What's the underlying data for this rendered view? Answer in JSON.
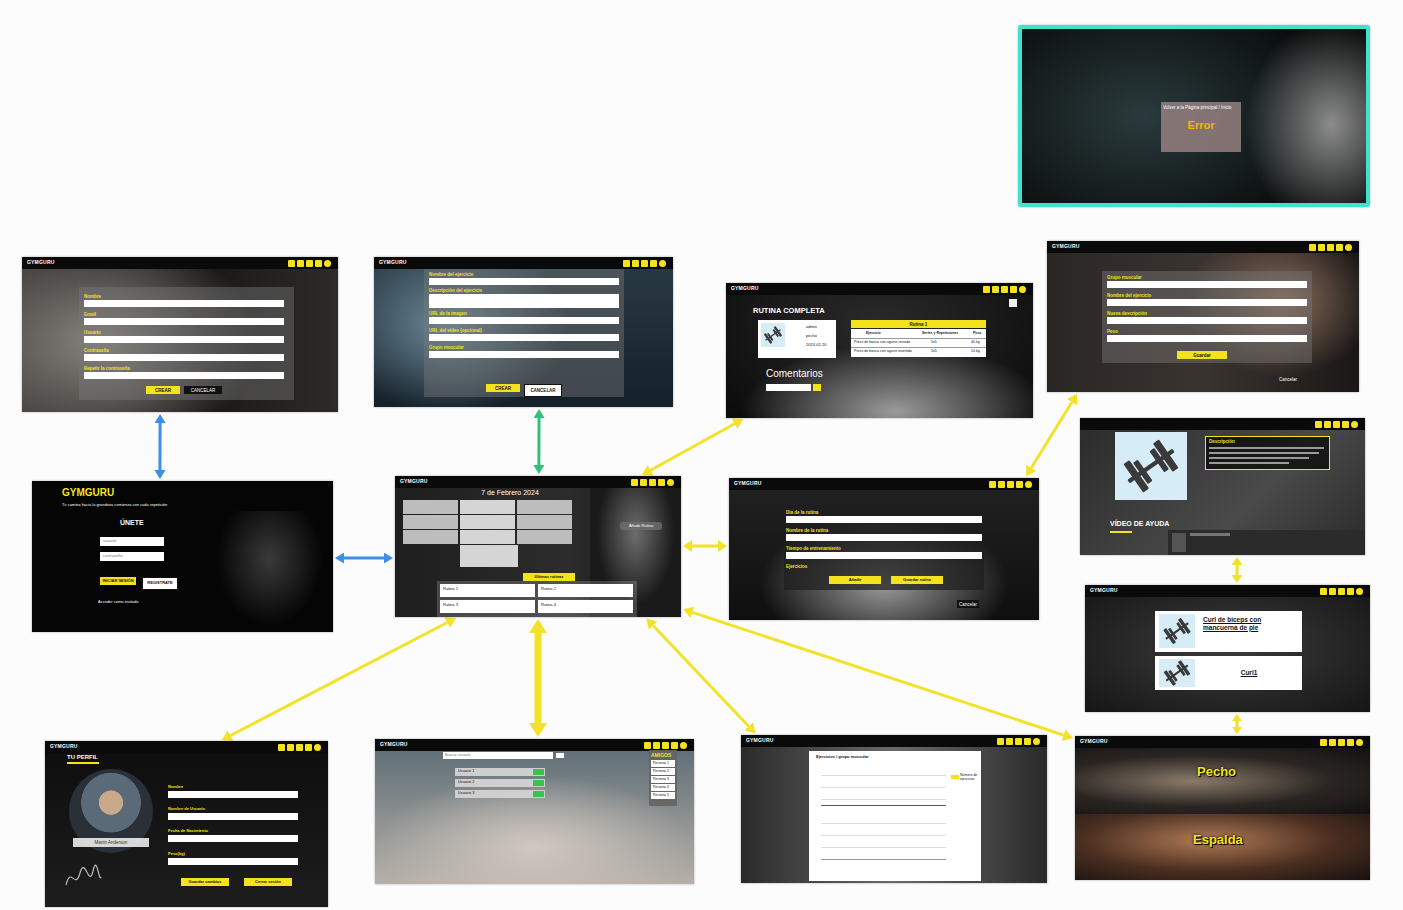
{
  "diagram": {
    "nodes": [
      {
        "text": [
          "Volver a la Página principal / Inicio",
          "Error"
        ]
      },
      {
        "text": [
          "GYMGURU",
          "Nombre",
          "Email",
          "Usuario",
          "Contraseña",
          "Repetir la contraseña",
          "CREAR",
          "CANCELAR"
        ]
      },
      {
        "text": [
          "GYMGURU",
          "Nombre del ejercicio",
          "Descripción del ejercicio",
          "URL de la imagen",
          "URL del video (opcional)",
          "Grupo muscular",
          "CREAR",
          "CANCELAR"
        ]
      },
      {
        "text": [
          "GYMGURU",
          "RUTINA COMPLETA",
          "admin",
          "pecho",
          "2024-02-20",
          "Rutina 1",
          "Ejercicio",
          "Series y Repeticiones",
          "Peso",
          "Press de banca con agarre cerrado",
          "5x5",
          "40 kg",
          "Press de banca con agarre invertido",
          "5x5",
          "10 kg",
          "Comentarios"
        ]
      },
      {
        "text": [
          "GYMGURU",
          "Grupo muscular",
          "Nombre del ejercicio",
          "Nueva descripción",
          "Peso",
          "Guardar",
          "Cancelar"
        ]
      },
      {
        "text": [
          "Descripción",
          "VÍDEO DE AYUDA"
        ]
      },
      {
        "text": [
          "GYMGURU",
          "Tu camino hacia la grandeza comienza con cada repetición",
          "ÚNETE",
          "usuario",
          "contraseña",
          "INICIAR SESIÓN",
          "REGISTRATE",
          "Acceder como invitado"
        ]
      },
      {
        "text": [
          "GYMGURU",
          "7 de Febrero 2024",
          "Añadir Rutina",
          "Últimas rutinas",
          "Rutina 1",
          "Rutina 2",
          "Rutina 3",
          "Rutina 4"
        ]
      },
      {
        "text": [
          "GYMGURU",
          "Día de la rutina",
          "Nombre de la rutina",
          "Tiempo de entrenamiento",
          "Ejercicios",
          "Añadir",
          "Guardar rutina",
          "Cancelar"
        ]
      },
      {
        "text": [
          "GYMGURU",
          "Curl de bíceps con mancuerna de pie",
          "Curl1"
        ]
      },
      {
        "text": [
          "GYMGURU",
          "TU PERFIL",
          "Martin Anderson",
          "Nombre",
          "Nombre de Usuario",
          "Fecha de Nacimiento",
          "Peso(kg)",
          "Guardar cambios",
          "Cerrar sesión"
        ]
      },
      {
        "text": [
          "GYMGURU",
          "Buscar usuario",
          "Usuario 1",
          "Usuario 2",
          "Usuario 3",
          "AMIGOS",
          "Persona 1",
          "Persona 2",
          "Persona 3",
          "Persona 4",
          "Persona 5"
        ]
      },
      {
        "text": [
          "GYMGURU",
          "Ejercicios / grupo muscular",
          "Número de ejercicios"
        ]
      },
      {
        "text": [
          "GYMGURU",
          "Pecho",
          "Espalda"
        ]
      }
    ],
    "edges": [
      {
        "from": 1,
        "to": 6,
        "arrow": "both"
      },
      {
        "from": 6,
        "to": 7,
        "arrow": "both"
      },
      {
        "from": 2,
        "to": 7,
        "arrow": "both"
      },
      {
        "from": 7,
        "to": 3,
        "arrow": "both"
      },
      {
        "from": 7,
        "to": 8,
        "arrow": "both"
      },
      {
        "from": 8,
        "to": 4,
        "arrow": "both"
      },
      {
        "from": 7,
        "to": 10,
        "arrow": "both"
      },
      {
        "from": 7,
        "to": 11,
        "arrow": "both"
      },
      {
        "from": 7,
        "to": 12,
        "arrow": "both"
      },
      {
        "from": 7,
        "to": 13,
        "arrow": "both"
      },
      {
        "from": 5,
        "to": 9,
        "arrow": "both"
      },
      {
        "from": 9,
        "to": 13,
        "arrow": "both"
      }
    ]
  }
}
